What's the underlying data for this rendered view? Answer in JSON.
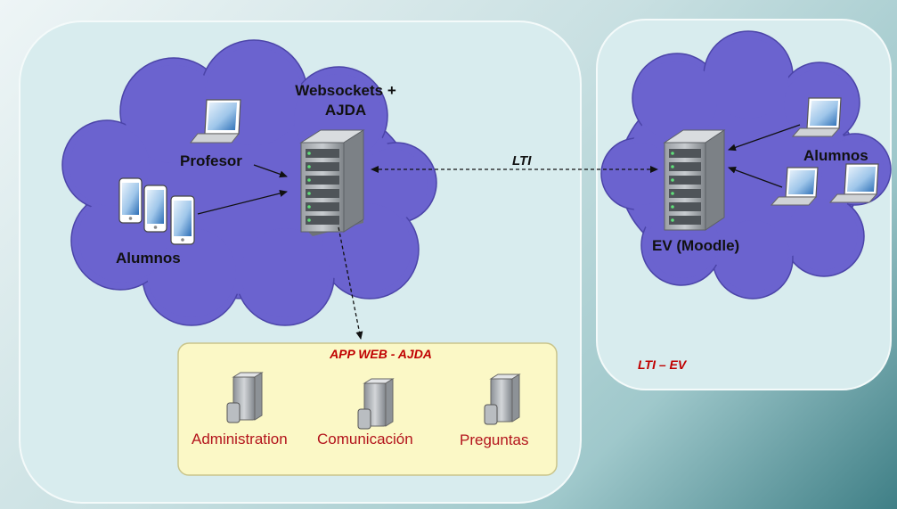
{
  "diagram": {
    "server_label_line1": "Websockets +",
    "server_label_line2": "AJDA",
    "profesor_label": "Profesor",
    "alumnos_left_label": "Alumnos",
    "lti_label": "LTI",
    "ev_label": "EV (Moodle)",
    "alumnos_right_label": "Alumnos",
    "lti_ev_label": "LTI – EV",
    "app_title": "APP WEB - AJDA",
    "modules": [
      "Administration",
      "Comunicación",
      "Preguntas"
    ]
  },
  "colors": {
    "cloud_fill": "#6b63cf",
    "panel_fill": "#d8ecee",
    "app_box_fill": "#fbf8c6",
    "accent_red": "#c00000"
  }
}
